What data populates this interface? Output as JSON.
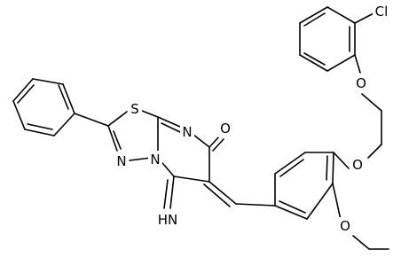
{
  "molecule": {
    "atom_labels": {
      "chloro": "Cl",
      "ether_oxygen_upper": "O",
      "ether_oxygen_lower": "O",
      "ethoxy_oxygen": "O",
      "ketone_oxygen": "O",
      "sulfur": "S",
      "ring_nitrogen_right": "N",
      "ring_nitrogen_left": "N",
      "ring_nitrogen_bridge": "N",
      "imine": "HN"
    }
  }
}
